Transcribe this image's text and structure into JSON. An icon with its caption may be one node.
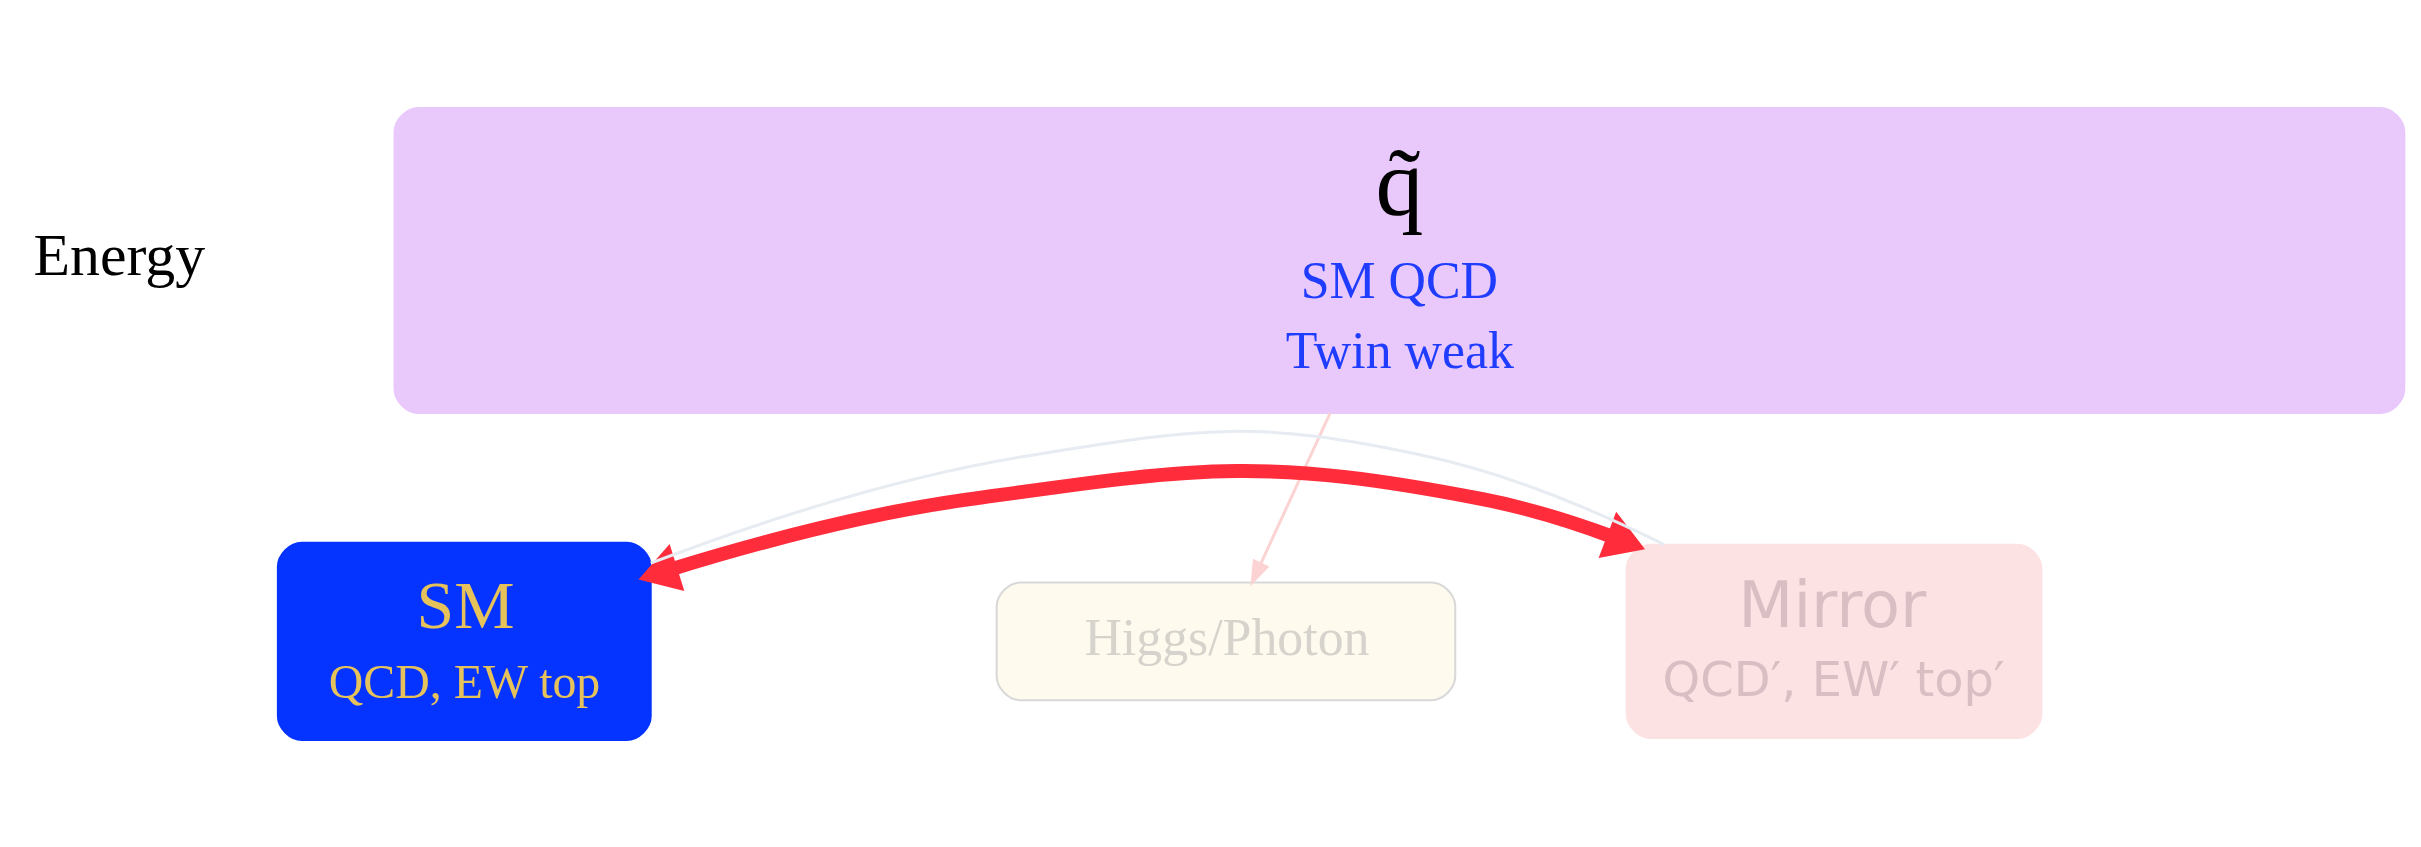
{
  "diagram": {
    "nodes": [
      {
        "text": [
          "q̃",
          "SM QCD",
          "Twin weak"
        ]
      },
      {
        "text": [
          "SM",
          "QCD, EW top"
        ]
      },
      {
        "text": [
          "Higgs/Photon"
        ]
      },
      {
        "text": [
          "Mirror",
          "QCD′, EW′ top′"
        ]
      }
    ],
    "edges": [
      {
        "from": 1,
        "to": 3,
        "arrow": "both",
        "style": "thick",
        "color": "#ff2d3c"
      },
      {
        "from": 0,
        "to": 2,
        "arrow": "to",
        "color": "#fcd3d3"
      },
      {
        "from": 1,
        "to": 3,
        "arrow": "none",
        "color": "#e6ecf2"
      }
    ],
    "labels": [
      "Energy"
    ]
  }
}
